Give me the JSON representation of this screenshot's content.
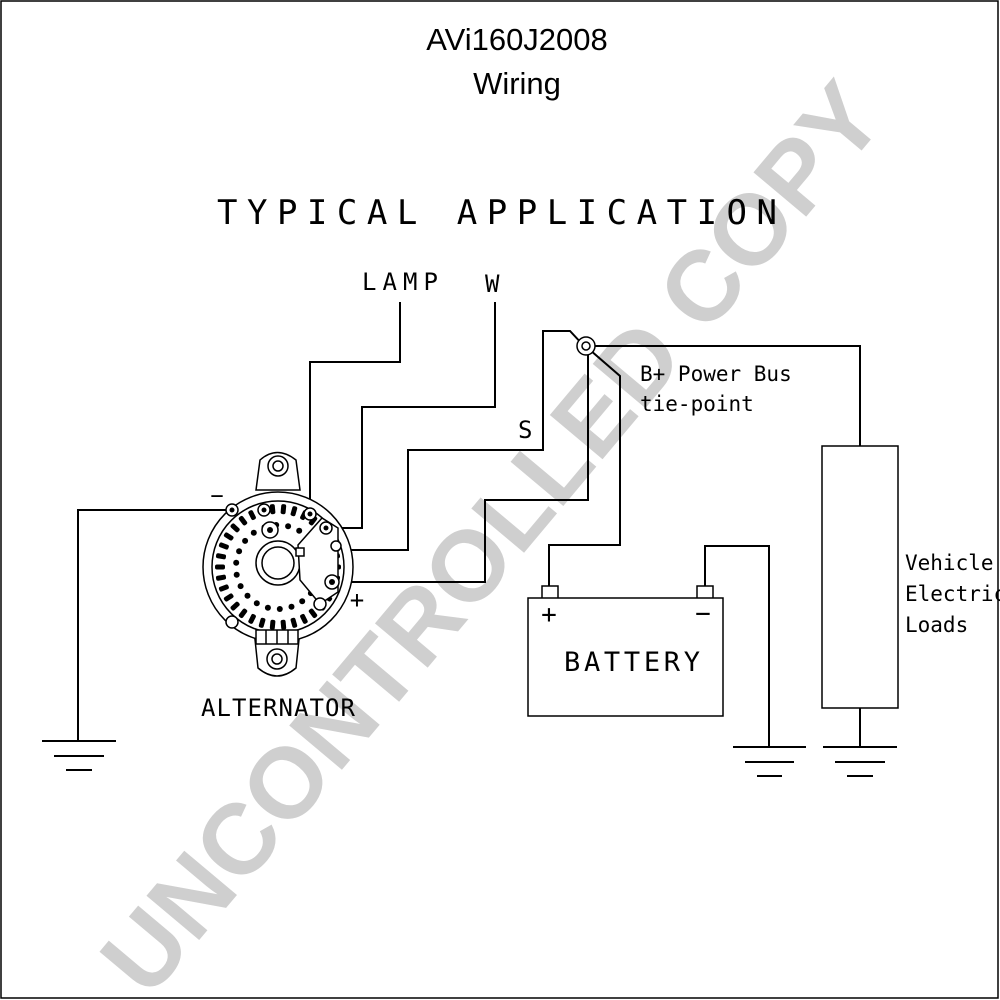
{
  "title": {
    "line1": "AVi160J2008",
    "line2": "Wiring"
  },
  "heading": "TYPICAL APPLICATION",
  "wire_labels": {
    "lamp": "LAMP",
    "w": "W",
    "s": "S"
  },
  "tie_point": {
    "line1": "B+ Power Bus",
    "line2": "tie-point"
  },
  "alternator": {
    "label": "ALTERNATOR",
    "minus_sign": "−",
    "plus_sign": "+"
  },
  "battery": {
    "label": "BATTERY",
    "plus_sign": "+",
    "minus_sign": "−"
  },
  "loads": {
    "line1": "Vehicle",
    "line2": "Electric",
    "line3": "Loads"
  },
  "watermark": "UNCONTROLLED COPY",
  "colors": {
    "ink": "#000000",
    "watermark": "#cfcfcf",
    "background": "#ffffff"
  }
}
